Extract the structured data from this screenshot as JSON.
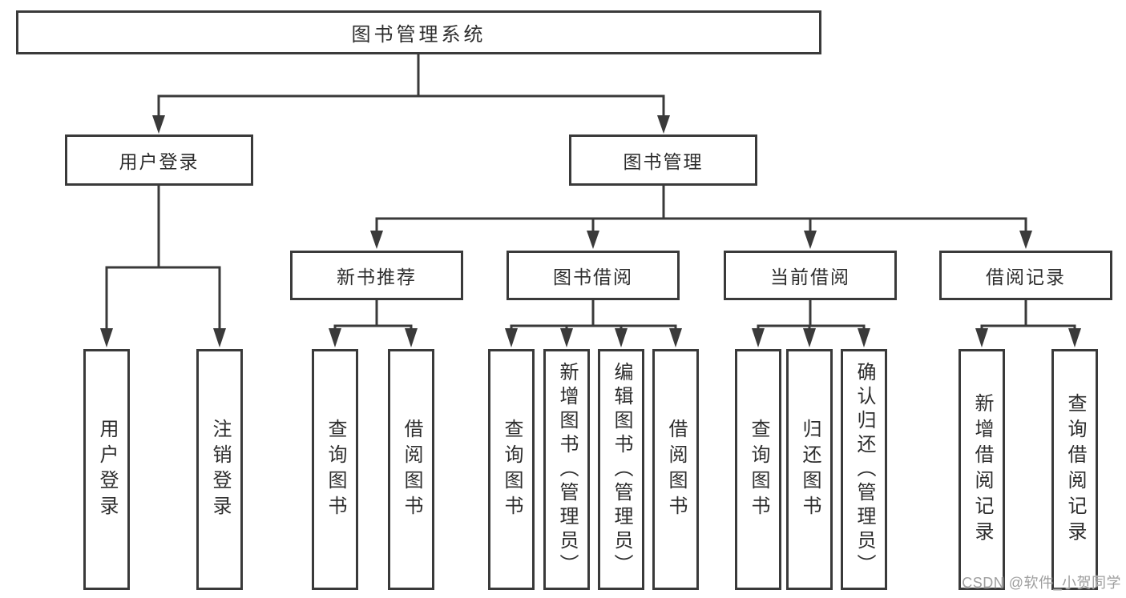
{
  "colors": {
    "line": "#3a3a3a",
    "text": "#2d2d2d",
    "box_fill": "#ffffff",
    "background": "#ffffff",
    "watermark": "#9e9e9e"
  },
  "tree": {
    "root": "图书管理系统",
    "level2": [
      "用户登录",
      "图书管理"
    ],
    "level3": [
      "新书推荐",
      "图书借阅",
      "当前借阅",
      "借阅记录"
    ],
    "leaves": {
      "user_login": [
        "用户登录",
        "注销登录"
      ],
      "new_book_rec": [
        "查询图书",
        "借阅图书"
      ],
      "book_borrow": [
        "查询图书",
        "新增图书（管理员）",
        "编辑图书（管理员）",
        "借阅图书"
      ],
      "current_borrow": [
        "查询图书",
        "归还图书",
        "确认归还（管理员）"
      ],
      "borrow_records": [
        "新增借阅记录",
        "查询借阅记录"
      ]
    }
  },
  "watermark": "CSDN @软件_小贺同学"
}
